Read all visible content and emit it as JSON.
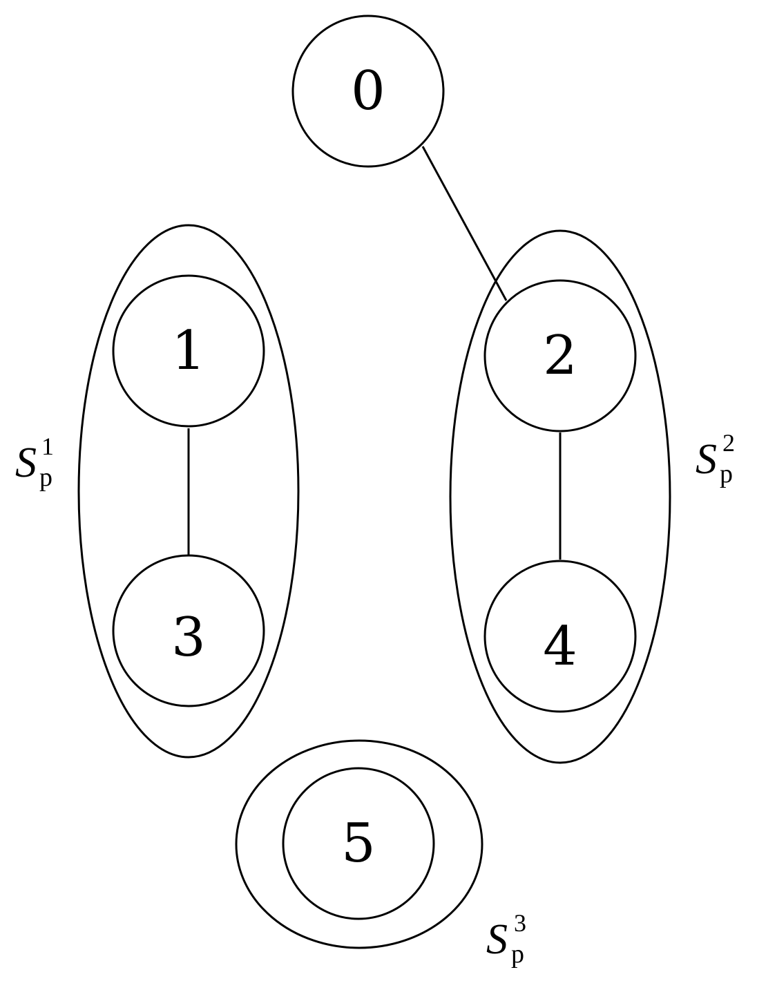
{
  "nodes": [
    {
      "id": "0",
      "label": "0"
    },
    {
      "id": "1",
      "label": "1"
    },
    {
      "id": "2",
      "label": "2"
    },
    {
      "id": "3",
      "label": "3"
    },
    {
      "id": "4",
      "label": "4"
    },
    {
      "id": "5",
      "label": "5"
    }
  ],
  "edges": [
    {
      "from": "0",
      "to": "2"
    },
    {
      "from": "1",
      "to": "3"
    },
    {
      "from": "2",
      "to": "4"
    }
  ],
  "sets": [
    {
      "symbol": "S",
      "subscript": "p",
      "superscript": "1",
      "members": [
        "1",
        "3"
      ]
    },
    {
      "symbol": "S",
      "subscript": "p",
      "superscript": "2",
      "members": [
        "2",
        "4"
      ]
    },
    {
      "symbol": "S",
      "subscript": "p",
      "superscript": "3",
      "members": [
        "5"
      ]
    }
  ]
}
